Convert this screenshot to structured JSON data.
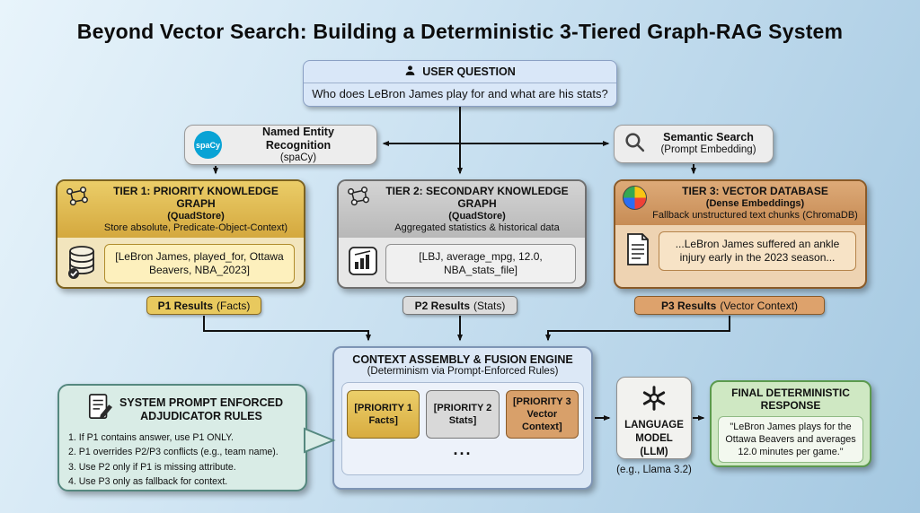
{
  "title": "Beyond Vector Search: Building a Deterministic 3-Tiered Graph-RAG System",
  "user_question": {
    "header": "USER QUESTION",
    "question": "Who does LeBron James play for and what are his stats?"
  },
  "ner": {
    "logo": "spaCy",
    "title": "Named Entity Recognition",
    "subtitle": "(spaCy)"
  },
  "semantic_search": {
    "title": "Semantic Search",
    "subtitle": "(Prompt Embedding)"
  },
  "tiers": [
    {
      "title": "TIER 1: PRIORITY KNOWLEDGE GRAPH",
      "subtitle": "(QuadStore)",
      "description": "Store absolute, Predicate-Object-Context)",
      "content": "[LeBron James, played_for, Ottawa Beavers, NBA_2023]",
      "badge_label": "P1 Results",
      "badge_note": "(Facts)"
    },
    {
      "title": "TIER 2: SECONDARY KNOWLEDGE GRAPH",
      "subtitle": "(QuadStore)",
      "description": "Aggregated statistics & historical data",
      "content": "[LBJ, average_mpg, 12.0, NBA_stats_file]",
      "badge_label": "P2 Results",
      "badge_note": "(Stats)"
    },
    {
      "title": "TIER 3: VECTOR DATABASE",
      "subtitle": "(Dense Embeddings)",
      "description": "Fallback unstructured text chunks (ChromaDB)",
      "content": "...LeBron James suffered an ankle injury early in the 2023 season...",
      "badge_label": "P3 Results",
      "badge_note": "(Vector Context)"
    }
  ],
  "fusion": {
    "title": "CONTEXT ASSEMBLY & FUSION ENGINE",
    "subtitle": "(Determinism via Prompt-Enforced Rules)",
    "chips": [
      {
        "line1": "[PRIORITY 1",
        "line2": "Facts]"
      },
      {
        "line1": "[PRIORITY 2",
        "line2": "Stats]"
      },
      {
        "line1": "[PRIORITY 3",
        "line2": "Vector Context]"
      }
    ],
    "ellipsis": "..."
  },
  "adjudicator": {
    "title_line1": "SYSTEM PROMPT ENFORCED",
    "title_line2": "ADJUDICATOR RULES",
    "rules": [
      "1. If P1 contains answer, use P1 ONLY.",
      "2. P1 overrides P2/P3 conflicts (e.g., team name).",
      "3. Use P2 only if P1 is missing attribute.",
      "4. Use P3 only as fallback for context."
    ]
  },
  "llm": {
    "title_line1": "LANGUAGE",
    "title_line2": "MODEL",
    "title_line3": "(LLM)",
    "caption": "(e.g., Llama 3.2)"
  },
  "final_response": {
    "title_line1": "FINAL DETERMINISTIC",
    "title_line2": "RESPONSE",
    "body": "\"LeBron James plays for the Ottawa Beavers and averages 12.0 minutes per game.\""
  },
  "colors": {
    "gold": "#d9a73e",
    "silver": "#bfbfbf",
    "bronze": "#c98b57",
    "teal_accent": "#55887f",
    "green": "#5c9a4e",
    "spacy_teal": "#09a3d5"
  }
}
